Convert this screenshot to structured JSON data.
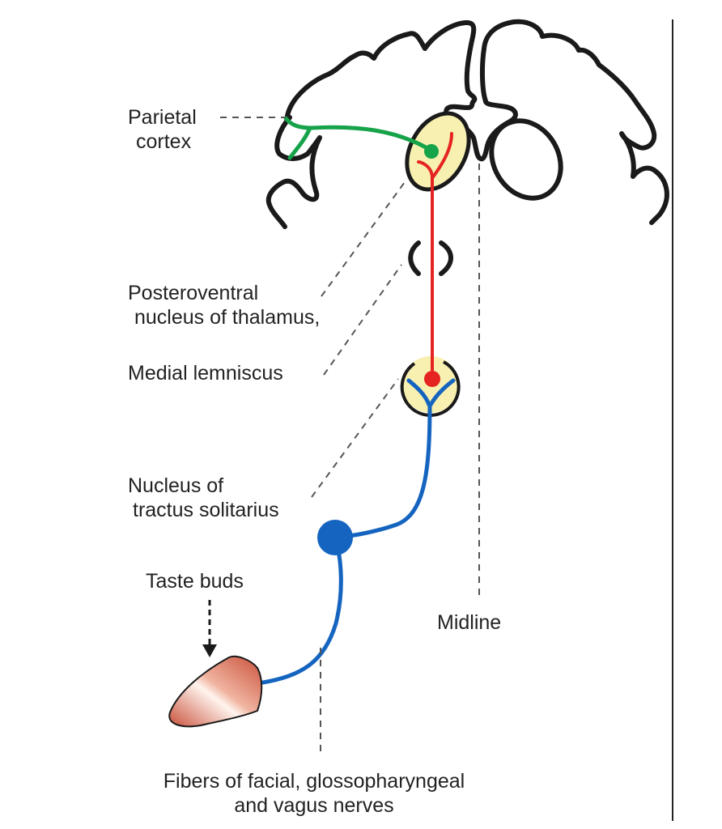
{
  "diagram": {
    "title": "Taste pathway",
    "colors": {
      "outline": "#1a1a1a",
      "cortical_fiber": "#16a34a",
      "lemniscal_fiber": "#e52421",
      "peripheral_fiber": "#1565c0",
      "nucleus_fill": "#f8f0b0",
      "taste_bud": "#d9664a",
      "leader": "#555555"
    },
    "labels": {
      "parietal_cortex": [
        "Parietal",
        "cortex"
      ],
      "posteroventral_nucleus": [
        "Posteroventral",
        "nucleus of thalamus,"
      ],
      "medial_lemniscus": "Medial lemniscus",
      "nucleus_tractus_solitarius": [
        "Nucleus of",
        "tractus solitarius"
      ],
      "taste_buds": "Taste buds",
      "midline": "Midline",
      "fibers": [
        "Fibers of facial, glossopharyngeal",
        "and vagus nerves"
      ]
    }
  }
}
